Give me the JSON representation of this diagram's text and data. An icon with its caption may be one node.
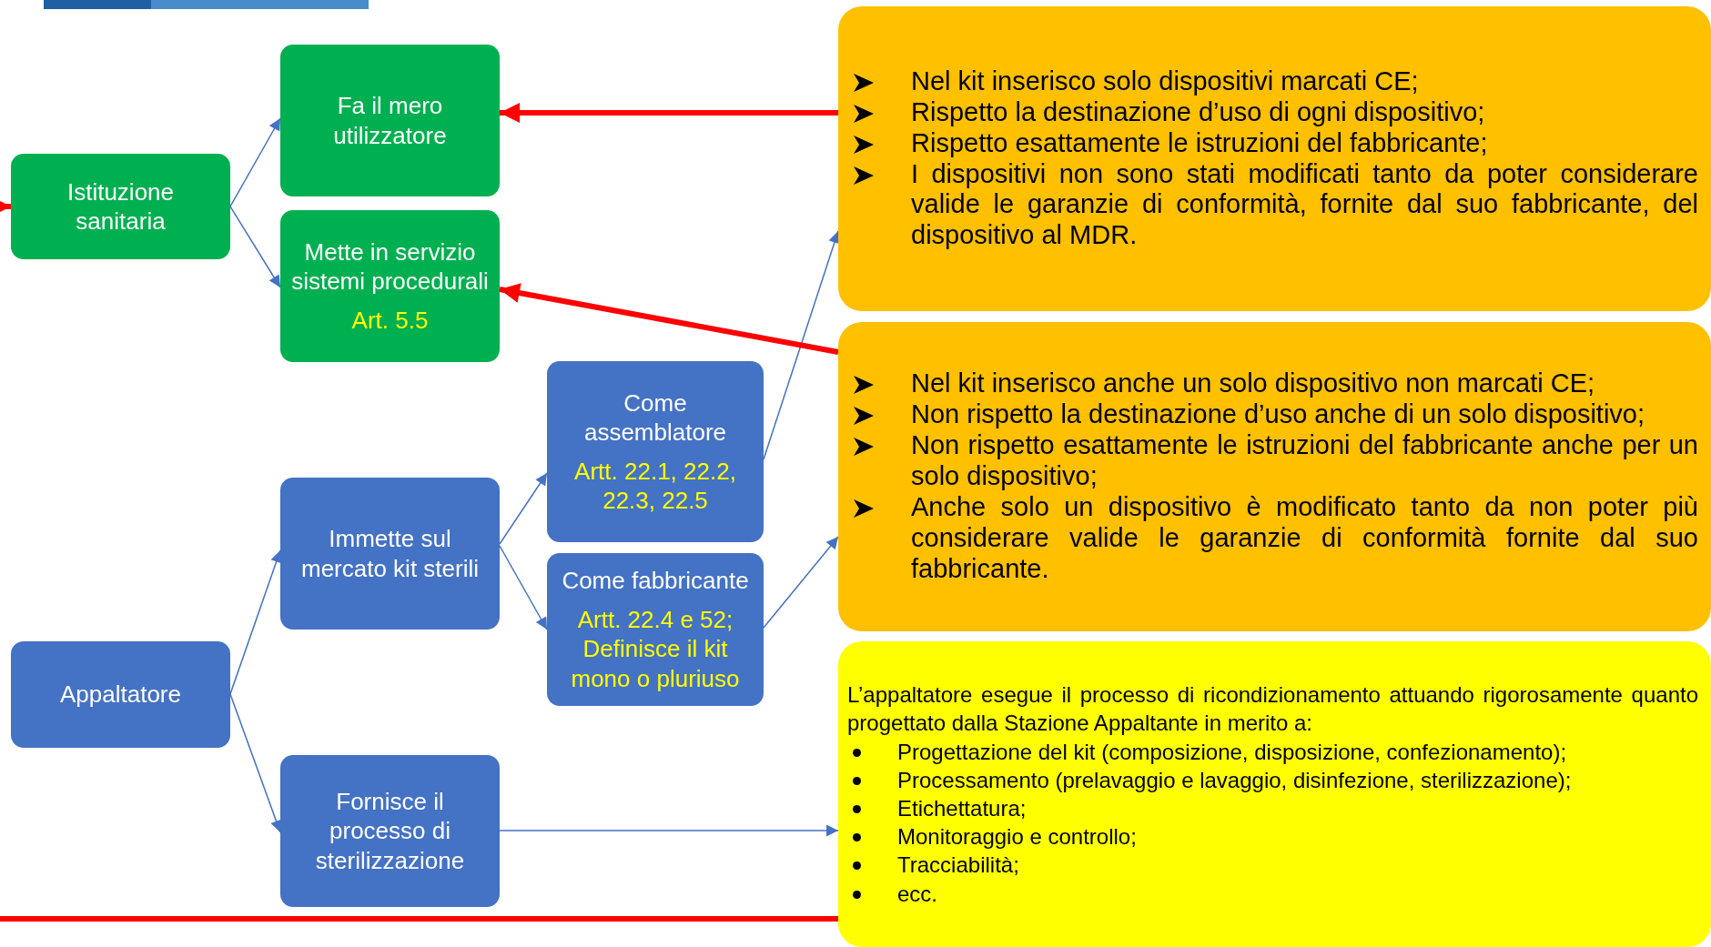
{
  "diagram": {
    "nodes": [
      {
        "text": [
          "Istituzione sanitaria"
        ]
      },
      {
        "text": [
          "Fa il mero utilizzatore"
        ]
      },
      {
        "text": [
          "Mette in servizio sistemi procedurali",
          "Art. 5.5"
        ]
      },
      {
        "text": [
          "Appaltatore"
        ]
      },
      {
        "text": [
          "Immette sul mercato kit sterili"
        ]
      },
      {
        "text": [
          "Fornisce il processo di sterilizzazione"
        ]
      },
      {
        "text": [
          "Come assemblatore",
          "Artt. 22.1, 22.2, 22.3, 22.5"
        ]
      },
      {
        "text": [
          "Come fabbricante",
          "Artt. 22.4 e 52; Definisce il kit mono o pluriuso"
        ]
      },
      {
        "text": [
          "Nel kit inserisco solo dispositivi marcati CE;",
          "Rispetto la destinazione d’uso di ogni dispositivo;",
          "Rispetto esattamente le istruzioni del fabbricante;",
          "I dispositivi non sono stati modificati tanto da poter considerare valide le garanzie di conformità, fornite dal suo fabbricante, del dispositivo al MDR."
        ]
      },
      {
        "text": [
          "Nel kit inserisco anche un solo dispositivo non marcati CE;",
          "Non rispetto la destinazione d’uso anche di un solo dispositivo;",
          "Non rispetto esattamente le istruzioni del fabbricante anche per un solo dispositivo;",
          "Anche solo un dispositivo è modificato tanto da non poter più considerare valide le garanzie di conformità fornite dal suo fabbricante."
        ]
      },
      {
        "text": [
          "L’appaltatore esegue il processo di ricondizionamento attuando rigorosamente quanto progettato dalla Stazione Appaltante in merito a:",
          "Progettazione del kit (composizione, disposizione, confezionamento);",
          "Processamento (prelavaggio e lavaggio, disinfezione, sterilizzazione);",
          "Etichettatura;",
          "Monitoraggio e controllo;",
          "Tracciabilità;",
          "ecc."
        ]
      }
    ],
    "edges": [
      {
        "from": 0,
        "to": 1,
        "arrow": "to"
      },
      {
        "from": 0,
        "to": 2,
        "arrow": "to"
      },
      {
        "from": 3,
        "to": 4,
        "arrow": "to"
      },
      {
        "from": 3,
        "to": 5,
        "arrow": "to"
      },
      {
        "from": 4,
        "to": 6,
        "arrow": "to"
      },
      {
        "from": 4,
        "to": 7,
        "arrow": "to"
      },
      {
        "from": 6,
        "to": 8,
        "arrow": "to"
      },
      {
        "from": 7,
        "to": 9,
        "arrow": "to"
      },
      {
        "from": 5,
        "to": 10,
        "arrow": "to"
      },
      {
        "from": 8,
        "to": 1,
        "arrow": "to",
        "style": "thick",
        "color": "#ff0000"
      },
      {
        "from": 9,
        "to": 2,
        "arrow": "to",
        "style": "thick",
        "color": "#ff0000"
      },
      {
        "from": null,
        "to": 0,
        "arrow": "to",
        "style": "thick",
        "color": "#ff0000"
      },
      {
        "from": null,
        "to": 10,
        "arrow": "none",
        "style": "thick",
        "color": "#ff0000"
      }
    ]
  }
}
